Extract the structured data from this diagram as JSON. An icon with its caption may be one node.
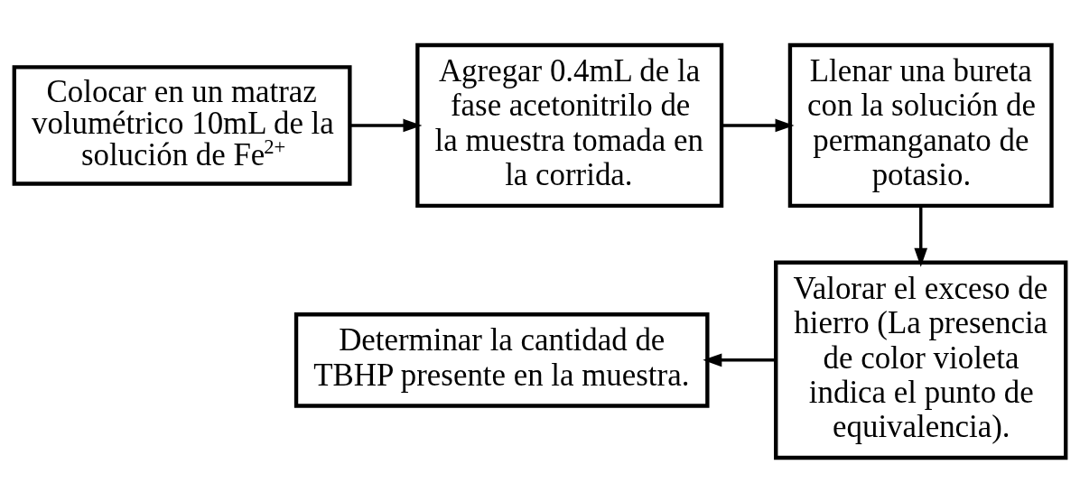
{
  "diagram": {
    "nodes": [
      {
        "text": [
          "Colocar en un matraz volumétrico 10mL de la solución de Fe$^{2+}$"
        ]
      },
      {
        "text": [
          "Agregar 0.4mL de la fase acetonitrilo de la muestra tomada en la corrida."
        ]
      },
      {
        "text": [
          "Llenar una bureta con la solución de permanganato de potasio."
        ]
      },
      {
        "text": [
          "Valorar el exceso de hierro (La presencia de color violeta indica el punto de equivalencia)."
        ]
      },
      {
        "text": [
          "Determinar la cantidad de TBHP presente en la muestra."
        ]
      }
    ],
    "edges": [
      {
        "from": 0,
        "to": 1,
        "arrow": "to"
      },
      {
        "from": 1,
        "to": 2,
        "arrow": "to"
      },
      {
        "from": 2,
        "to": 3,
        "arrow": "to"
      },
      {
        "from": 3,
        "to": 4,
        "arrow": "to"
      }
    ]
  }
}
